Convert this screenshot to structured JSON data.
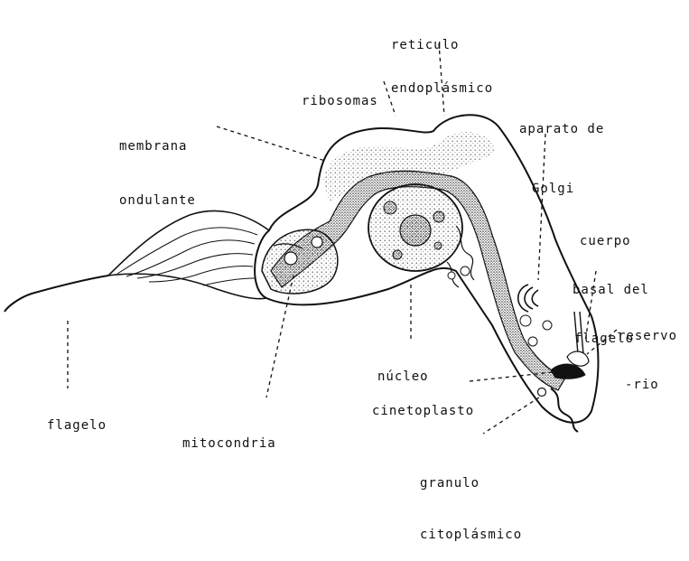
{
  "diagram": {
    "colors": {
      "ink": "#111111",
      "stipple": "#555555",
      "background": "#ffffff"
    },
    "labels": {
      "reticulo": {
        "line1": "reticulo",
        "line2": "endoplásmico"
      },
      "ribosomas": "ribosomas",
      "aparato": {
        "line1": "aparato de",
        "line2": "Golgi"
      },
      "membrana": {
        "line1": "membrana",
        "line2": "ondulante"
      },
      "cuerpo": {
        "line1": "cuerpo",
        "line2": "basal del",
        "line3": "flagelo"
      },
      "reservorio": {
        "line1": "reservo",
        "line2": "-rio"
      },
      "nucleo": "núcleo",
      "cinetoplasto": "cinetoplasto",
      "flagelo": "flagelo",
      "mitocondria": "mitocondria",
      "granulo": {
        "line1": "granulo",
        "line2": "citoplásmico"
      }
    }
  }
}
